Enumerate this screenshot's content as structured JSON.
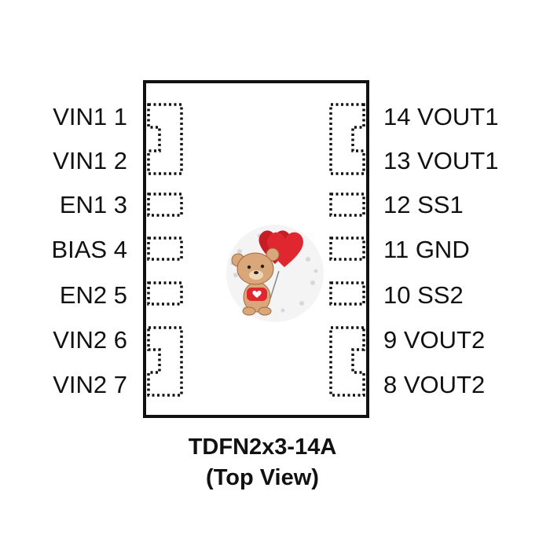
{
  "package": {
    "name": "TDFN2x3-14A",
    "view": "(Top View)"
  },
  "left_pins": [
    {
      "name": "VIN1",
      "number": "1"
    },
    {
      "name": "VIN1",
      "number": "2"
    },
    {
      "name": "EN1",
      "number": "3"
    },
    {
      "name": "BIAS",
      "number": "4"
    },
    {
      "name": "EN2",
      "number": "5"
    },
    {
      "name": "VIN2",
      "number": "6"
    },
    {
      "name": "VIN2",
      "number": "7"
    }
  ],
  "right_pins": [
    {
      "name": "VOUT1",
      "number": "14"
    },
    {
      "name": "VOUT1",
      "number": "13"
    },
    {
      "name": "SS1",
      "number": "12"
    },
    {
      "name": "GND",
      "number": "11"
    },
    {
      "name": "SS2",
      "number": "10"
    },
    {
      "name": "VOUT2",
      "number": "9"
    },
    {
      "name": "VOUT2",
      "number": "8"
    }
  ],
  "colors": {
    "ink": "#111111",
    "heart": "#e0262f",
    "bear": "#d9a77a"
  }
}
